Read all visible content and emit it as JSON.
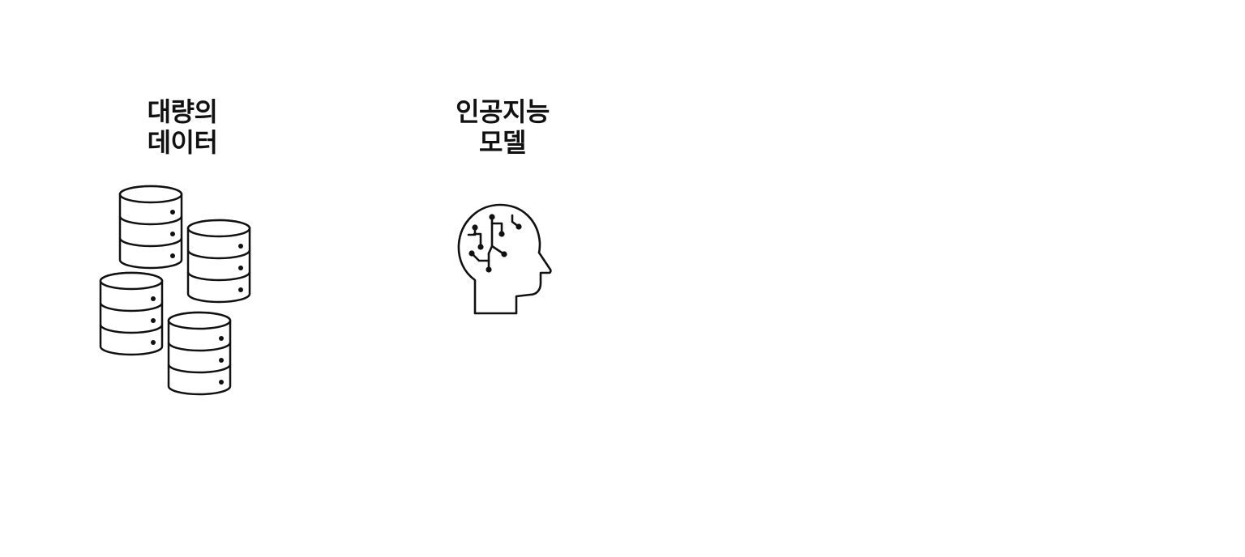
{
  "items": [
    {
      "label_line1": "대량의",
      "label_line2": "데이터",
      "icon": "database-stack-icon"
    },
    {
      "label_line1": "인공지능",
      "label_line2": "모델",
      "icon": "ai-head-circuit-icon"
    }
  ],
  "colors": {
    "background": "#ffffff",
    "stroke": "#111111"
  }
}
